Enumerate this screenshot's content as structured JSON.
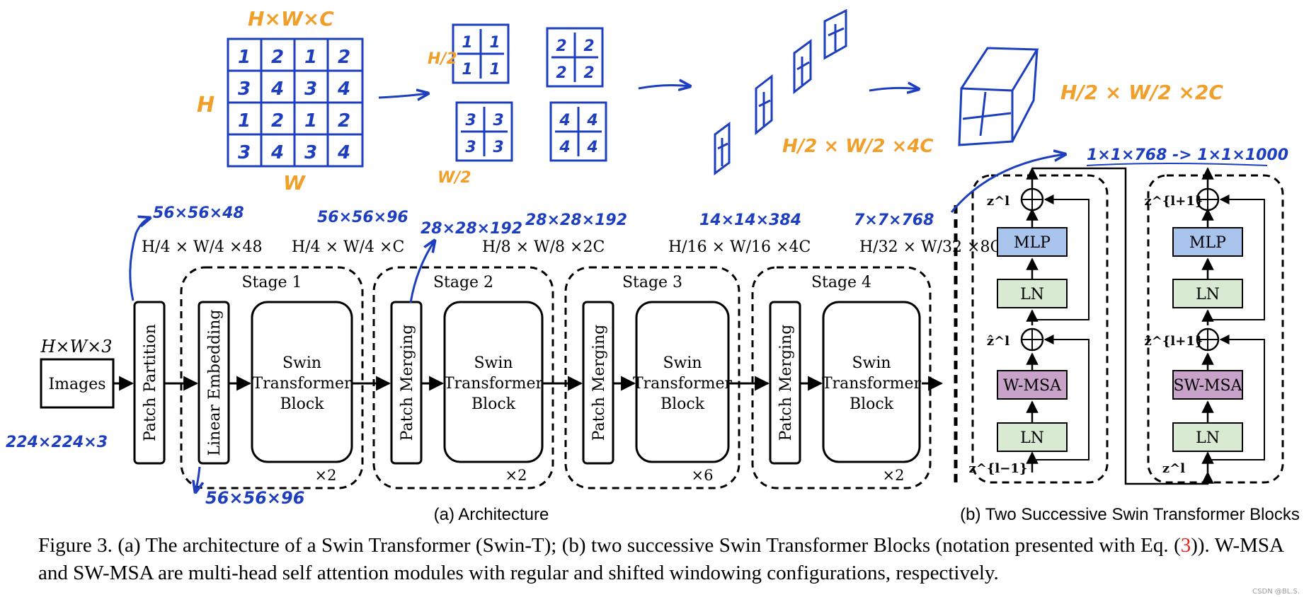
{
  "input": {
    "label": "Images",
    "dims": "H×W×3"
  },
  "patch_partition": {
    "label": "Patch Partition",
    "dims": "H/4 × W/4 ×48"
  },
  "stages": [
    {
      "title": "Stage 1",
      "embed_label": "Linear Embedding",
      "block_lines": [
        "Swin",
        "Transformer",
        "Block"
      ],
      "repeat": "×2",
      "dims": "H/4 × W/4 ×C"
    },
    {
      "title": "Stage 2",
      "embed_label": "Patch Merging",
      "block_lines": [
        "Swin",
        "Transformer",
        "Block"
      ],
      "repeat": "×2",
      "dims": "H/8 × W/8 ×2C"
    },
    {
      "title": "Stage 3",
      "embed_label": "Patch Merging",
      "block_lines": [
        "Swin",
        "Transformer",
        "Block"
      ],
      "repeat": "×6",
      "dims": "H/16 × W/16 ×4C"
    },
    {
      "title": "Stage 4",
      "embed_label": "Patch Merging",
      "block_lines": [
        "Swin",
        "Transformer",
        "Block"
      ],
      "repeat": "×2",
      "dims": "H/32 × W/32 ×8C"
    }
  ],
  "captions": {
    "a": "(a) Architecture",
    "b": "(b) Two Successive Swin Transformer Blocks"
  },
  "blocks": [
    {
      "msa": "W-MSA",
      "ln": "LN",
      "mlp": "MLP",
      "z_in": "z^{l−1}",
      "z_mid": "ẑ^l",
      "z_out": "z^l"
    },
    {
      "msa": "SW-MSA",
      "ln": "LN",
      "mlp": "MLP",
      "z_in": "z^l",
      "z_mid": "ẑ^{l+1}",
      "z_out": "z^{l+1}"
    }
  ],
  "annotations": {
    "input_size": "224×224×3",
    "after_partition": "56×56×48",
    "after_embedding": "56×56×96",
    "stage1_out": "56×56×96",
    "stage2_in": "28×28×192",
    "stage2_out": "28×28×192",
    "stage3_out": "14×14×384",
    "stage4_out": "7×7×768",
    "head": "1×1×768 -> 1×1×1000",
    "grid_title": "H×W×C",
    "grid_h": "H",
    "grid_w": "W",
    "split_h": "H/2",
    "split_w": "W/2",
    "stack_dims": "H/2 × W/2 ×4C",
    "merged_dims": "H/2 × W/2 ×2C",
    "grid_cells": [
      [
        "1",
        "2",
        "1",
        "2"
      ],
      [
        "3",
        "4",
        "3",
        "4"
      ],
      [
        "1",
        "2",
        "1",
        "2"
      ],
      [
        "3",
        "4",
        "3",
        "4"
      ]
    ],
    "split_groups": [
      [
        "1",
        "1",
        "1",
        "1"
      ],
      [
        "2",
        "2",
        "2",
        "2"
      ],
      [
        "3",
        "3",
        "3",
        "3"
      ],
      [
        "4",
        "4",
        "4",
        "4"
      ]
    ]
  },
  "figure_caption": {
    "prefix": "Figure 3. (a) The architecture of a Swin Transformer (Swin-T); (b) two successive Swin Transformer Blocks (notation presented with Eq. (",
    "ref": "3",
    "suffix": ")). W-MSA and SW-MSA are multi-head self attention modules with regular and shifted windowing configurations, respectively."
  },
  "colors": {
    "ink": "#000000",
    "annotation_blue": "#1d3fbf",
    "annotation_orange": "#f0a02a",
    "mlp_fill": "#a8c4ec",
    "ln_fill": "#d9ead2",
    "msa_fill": "#c8a2c8",
    "ref_red": "#e8231b"
  },
  "watermark": "CSDN @BL.S."
}
